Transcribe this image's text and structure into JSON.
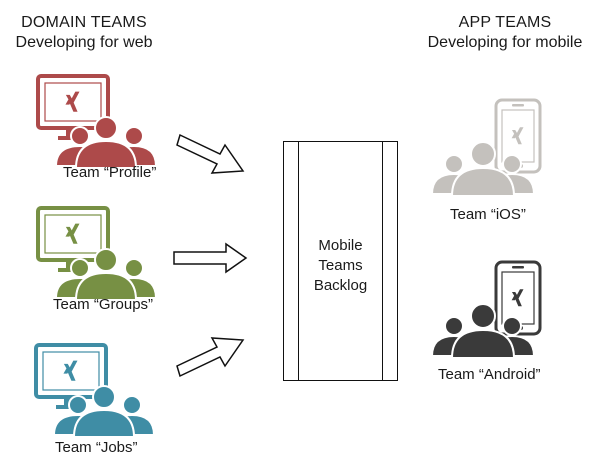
{
  "domain_teams": {
    "title": "DOMAIN TEAMS",
    "subtitle": "Developing for web"
  },
  "app_teams": {
    "title": "APP TEAMS",
    "subtitle": "Developing for mobile"
  },
  "backlog": {
    "lines": [
      "Mobile",
      "Teams",
      "Backlog"
    ]
  },
  "teams": [
    {
      "label": "Team “Profile”",
      "color": "#ad4a4a",
      "icon": "web-team-icon"
    },
    {
      "label": "Team “Groups”",
      "color": "#779044",
      "icon": "web-team-icon"
    },
    {
      "label": "Team “Jobs”",
      "color": "#3f8da5",
      "icon": "web-team-icon"
    },
    {
      "label": "Team “iOS”",
      "color": "#c4c1bd",
      "icon": "mobile-team-icon"
    },
    {
      "label": "Team “Android”",
      "color": "#3a3a3a",
      "icon": "mobile-team-icon"
    }
  ]
}
